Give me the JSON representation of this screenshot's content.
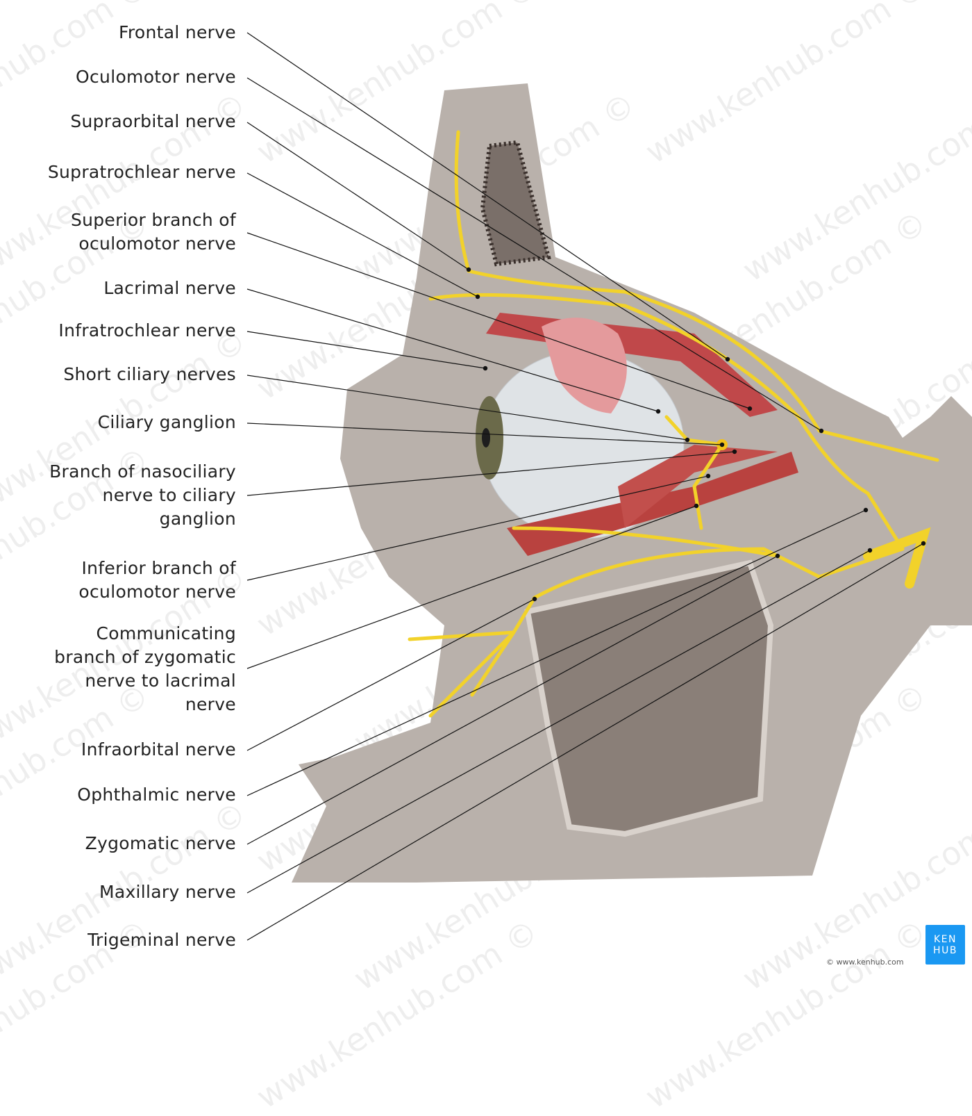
{
  "labels": [
    "Frontal nerve",
    "Oculomotor nerve",
    "Supraorbital nerve",
    "Supratrochlear nerve",
    "Superior branch of\noculomotor nerve",
    "Lacrimal nerve",
    "Infratrochlear nerve",
    "Short ciliary nerves",
    "Ciliary ganglion",
    "Branch of nasociliary\nnerve to ciliary\nganglion",
    "Inferior branch of\noculomotor nerve",
    "Communicating\nbranch of zygomatic\nnerve to lacrimal\nnerve",
    "Infraorbital nerve",
    "Ophthalmic nerve",
    "Zygomatic nerve",
    "Maxillary nerve",
    "Trigeminal nerve"
  ],
  "logo": {
    "line1": "KEN",
    "line2": "HUB"
  },
  "copyright": "© www.kenhub.com",
  "watermark": "www.kenhub.com ©",
  "colors": {
    "nerve": "#f2d22a",
    "bone": "#b3aca6",
    "muscle": "#c0484a",
    "gland": "#e49a9c",
    "logo": "#1a98f2"
  }
}
